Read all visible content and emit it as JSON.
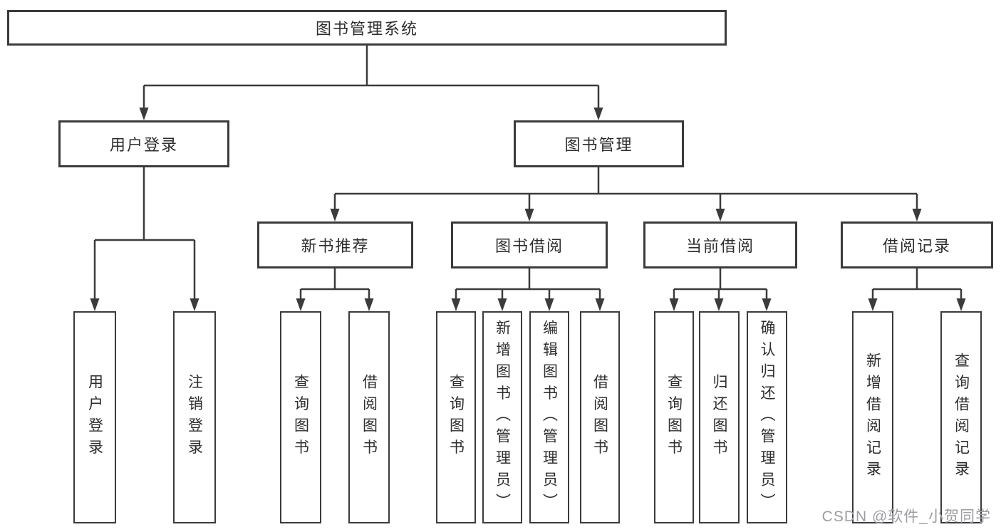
{
  "colors": {
    "line": "#3b3b3d",
    "text": "#2d2d2f",
    "background": "#ffffff",
    "watermark_color": "#9d9da3"
  },
  "watermark": "CSDN @软件_小贺同学",
  "tree": {
    "root": "图书管理系统",
    "login": {
      "label": "用户登录",
      "children": [
        "用户登录",
        "注销登录"
      ]
    },
    "manage": {
      "label": "图书管理",
      "groups": [
        {
          "label": "新书推荐",
          "children": [
            "查询图书",
            "借阅图书"
          ]
        },
        {
          "label": "图书借阅",
          "children": [
            "查询图书",
            "新增图书（管理员）",
            "编辑图书（管理员）",
            "借阅图书"
          ]
        },
        {
          "label": "当前借阅",
          "children": [
            "查询图书",
            "归还图书",
            "确认归还（管理员）"
          ]
        },
        {
          "label": "借阅记录",
          "children": [
            "新增借阅记录",
            "查询借阅记录"
          ]
        }
      ]
    }
  }
}
